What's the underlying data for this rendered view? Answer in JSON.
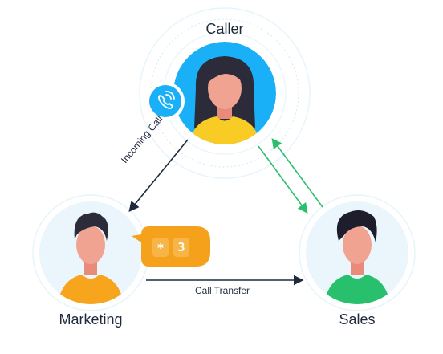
{
  "nodes": {
    "caller": {
      "label": "Caller"
    },
    "marketing": {
      "label": "Marketing"
    },
    "sales": {
      "label": "Sales"
    }
  },
  "edges": {
    "incoming_call": "Incoming Call",
    "call_transfer": "Call Transfer"
  },
  "keypad_badge": {
    "key1": "*",
    "key2": "3"
  },
  "icons": {
    "phone": "phone-ringing-icon"
  },
  "colors": {
    "caller_bg": "#1ab0f7",
    "caller_shirt": "#f9cb25",
    "marketing_shirt": "#f8a51e",
    "sales_shirt": "#28c06c",
    "badge_orange": "#f5a11b",
    "arrow_green": "#2bbf6d",
    "arrow_dark": "#1f2a3d",
    "node_ring": "#e6f5fb"
  }
}
